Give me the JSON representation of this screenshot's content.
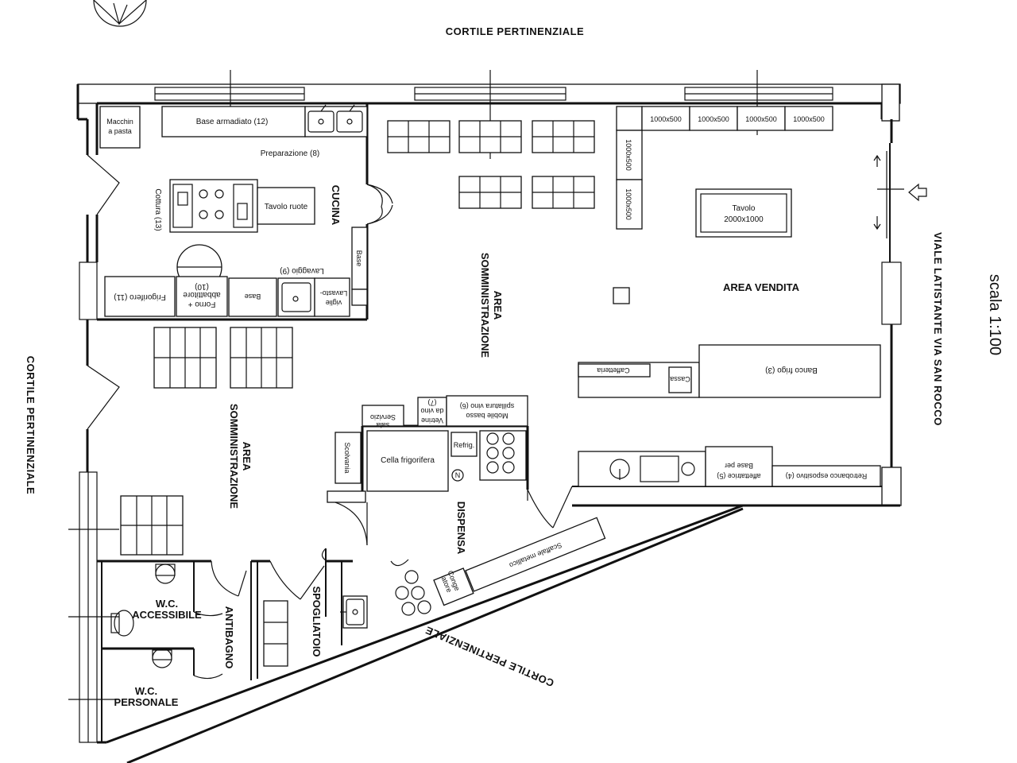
{
  "surroundings": {
    "top": "CORTILE PERTINENZIALE",
    "left": "CORTILE PERTINENZIALE",
    "bottom": "CORTILE PERTINENZIALE",
    "right_street": "VIALE LATISTANTE VIA SAN ROCCO",
    "scale": "scala 1:100"
  },
  "rooms": {
    "cucina": "CUCINA",
    "area_somministrazione_1": "AREA",
    "area_somministrazione_1b": "SOMMINISTRAZIONE",
    "area_somministrazione_2": "AREA",
    "area_somministrazione_2b": "SOMMINISTRAZIONE",
    "area_vendita": "AREA VENDITA",
    "dispensa": "DISPENSA",
    "wc_accessibile_1": "W.C.",
    "wc_accessibile_2": "ACCESSIBILE",
    "wc_personale_1": "W.C.",
    "wc_personale_2": "PERSONALE",
    "antibagno": "ANTIBAGNO",
    "spogliatoio": "SPOGLIATOIO"
  },
  "kitchen": {
    "macchina_1": "Macchin",
    "macchina_2": "a pasta",
    "base_armadiato": "Base armadiato (12)",
    "preparazione": "Preparazione (8)",
    "cottura": "Cottura (13)",
    "tavolo_ruote": "Tavolo ruote",
    "base_side": "Base",
    "lavaggio": "Lavaggio (9)",
    "frigorifero": "Frigorifero (11)",
    "abbattitore_num": "(10)",
    "abbattitore_1": "abbattitore",
    "abbattitore_2": "Forno +",
    "base_bottom": "Base",
    "lavastoviglie_1": "Lavasto-",
    "lavastoviglie_2": "viglie"
  },
  "sales": {
    "shelf_1": "1000x500",
    "shelf_2": "1000x500",
    "shelf_3": "1000x500",
    "shelf_4": "1000x500",
    "shelf_v1": "1000x500",
    "shelf_v2": "1000x500",
    "tavolo_1": "Tavolo",
    "tavolo_2": "2000x1000",
    "banco_frigo": "Banco frigo (3)",
    "caffetteria": "Caffetteria",
    "cassa": "Cassa",
    "base_affettatrice_1": "Base per",
    "base_affettatrice_2": "affettatrice (5)",
    "retrobanco": "Retrobanco espositivo (4)"
  },
  "storage": {
    "servizio_1": "Servizio",
    "servizio_2": "sala",
    "vetrine_1": "Vetrine",
    "vetrine_2": "da vino",
    "vetrine_num": "(7)",
    "mobile_basso_1": "Mobile basso",
    "mobile_basso_2": "spillatura vino (6)",
    "scolvania": "Scolvania",
    "cella": "Cella frigorifera",
    "refrig": "Refrig.",
    "n_mark": "N",
    "scaffale": "Scaffale metallico",
    "congelatore_1": "Conge",
    "congelatore_2": "latore"
  }
}
